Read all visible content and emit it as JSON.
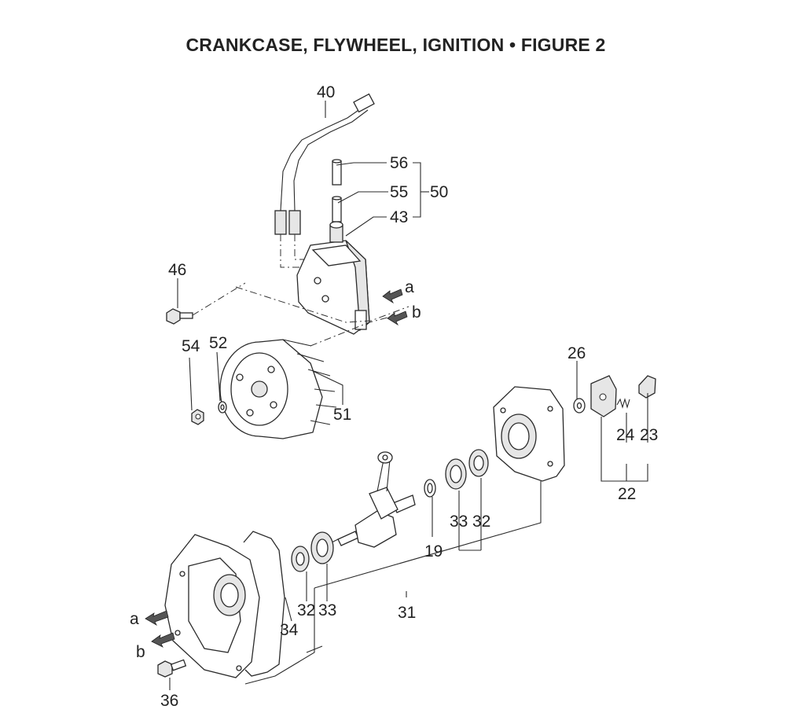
{
  "title": "CRANKCASE, FLYWHEEL, IGNITION  •  FIGURE 2",
  "callouts": {
    "p40": "40",
    "p56": "56",
    "p55": "55",
    "p50": "50",
    "p43": "43",
    "p46": "46",
    "p54": "54",
    "p52": "52",
    "p51": "51",
    "p26": "26",
    "p24": "24",
    "p23": "23",
    "p22": "22",
    "p19": "19",
    "p33a": "33",
    "p32a": "32",
    "p31": "31",
    "p32b": "32",
    "p33b": "33",
    "p34": "34",
    "p36": "36"
  },
  "arrow_letters": {
    "a_top": "a",
    "b_top": "b",
    "a_bottom": "a",
    "b_bottom": "b"
  }
}
